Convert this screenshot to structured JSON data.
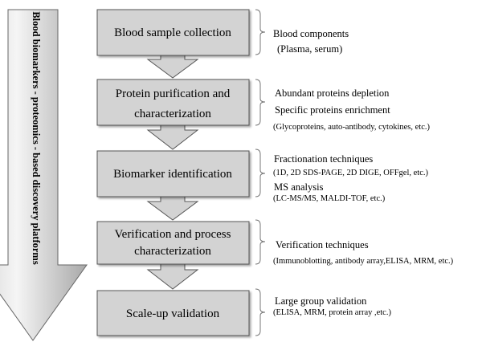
{
  "sidebar": {
    "label": "Blood biomarkers - proteomics - based discovery platforms"
  },
  "steps": [
    {
      "lines": [
        "Blood sample collection"
      ]
    },
    {
      "lines": [
        "Protein purification and",
        "characterization"
      ]
    },
    {
      "lines": [
        "Biomarker identification"
      ]
    },
    {
      "lines": [
        "Verification and process",
        "characterization"
      ]
    },
    {
      "lines": [
        "Scale-up validation"
      ]
    }
  ],
  "notes": [
    {
      "lines": [
        "Blood components",
        "(Plasma, serum)"
      ]
    },
    {
      "lines": [
        "Abundant proteins depletion",
        "Specific proteins enrichment",
        "(Glycoproteins, auto-antibody, cytokines, etc.)"
      ]
    },
    {
      "lines": [
        "Fractionation techniques",
        "(1D, 2D SDS-PAGE, 2D DIGE, OFFgel, etc.)",
        "MS analysis",
        "(LC-MS/MS, MALDI-TOF, etc.)"
      ]
    },
    {
      "lines": [
        "Verification techniques",
        "(Immunoblotting, antibody array,ELISA, MRM, etc.)"
      ]
    },
    {
      "lines": [
        "Large group validation",
        "(ELISA, MRM, protein array ,etc.)"
      ]
    }
  ],
  "colors": {
    "box_fill": "#d3d3d3",
    "arrow_fill": "#d3d3d3",
    "outline": "#555555",
    "bracket": "#777777"
  }
}
